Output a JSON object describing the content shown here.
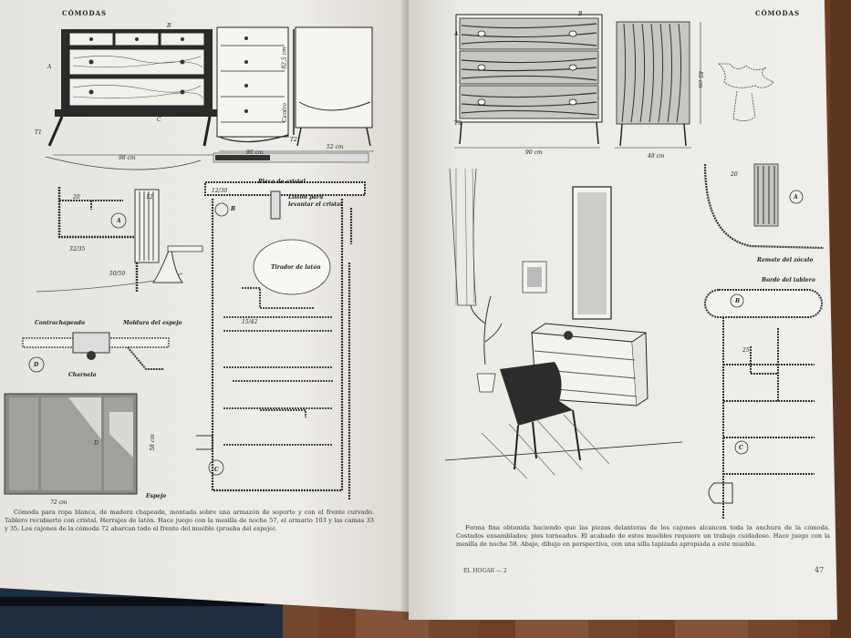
{
  "left_page": {
    "header": "CÓMODAS",
    "figure_labels": {
      "t1": "T1",
      "t2": "T2",
      "a": "A",
      "b": "B",
      "c": "C",
      "d": "D",
      "width_98": "98 cm",
      "width_90": "90 cm",
      "depth_52": "52 cm",
      "height_82": "82,5 cm",
      "centro": "Centro",
      "dim_20": "20",
      "dim_12": "12",
      "dim_32_35": "32/35",
      "dim_50_50": "50/50",
      "dim_12_30": "12/30",
      "placa_cristal": "Placa de cristal",
      "liston": "Listón para levantar el cristal",
      "tirador": "Tirador de latón",
      "dim_15_42": "15/42",
      "contrachapeado": "Contrachapeado",
      "moldura": "Moldura del espejo",
      "charnela": "Charnela",
      "width_72": "72 cm",
      "height_58": "58 cm",
      "espejo": "Espejo"
    },
    "caption": "Cómoda para ropa blanca, de madera chapeada, montada sobre una armazón de soporte y con el frente curvado. Tablero recubierto con cristal. Herrajes de latón. Hace juego con la mesilla de noche 57, el armario 103 y las camas 33 y 35. Los cajones de la cómoda 72 abarcan todo el frente del mueble (prueba del espejo)."
  },
  "right_page": {
    "header": "CÓMODAS",
    "figure_labels": {
      "t3": "T3",
      "b_top": "B",
      "a_top": "A",
      "height_85": "85 cm",
      "width_90": "90 cm",
      "depth_48": "48 cm",
      "dim_20": "20",
      "a": "A",
      "remate": "Remate del zócalo",
      "borde": "Borde del tablero",
      "b": "B",
      "dim_25": "25",
      "c": "C"
    },
    "caption": "Forma fina obtenida haciendo que las piezas delanteras de los cajones alcancen toda la anchura de la cómoda. Costados ensamblados; pies torneados. El acabado de estos muebles requiere un trabajo cuidadoso. Hace juego con la mesilla de noche 58. Abajo, dibujo en perspectiva, con una silla tapizada apropiada a este mueble.",
    "footer_left": "EL HOGAR — 2",
    "page_number": "47"
  }
}
